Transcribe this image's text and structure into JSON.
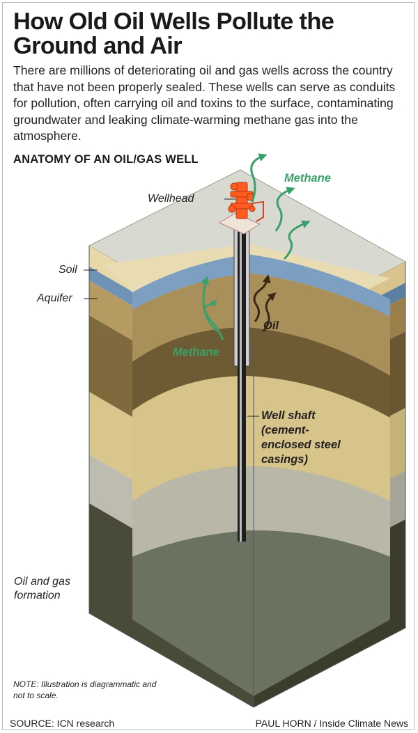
{
  "title": "How Old Oil Wells Pollute the Ground and Air",
  "subtitle": "There are millions of deteriorating oil and gas wells across the country that have not been properly sealed. These wells can serve as conduits for pollution, often carrying oil and toxins to the surface, contaminating groundwater and leaking climate-warming methane gas into the atmosphere.",
  "section_heading": "ANATOMY OF AN OIL/GAS WELL",
  "labels": {
    "wellhead": "Wellhead",
    "methane_top": "Methane",
    "soil": "Soil",
    "aquifer": "Aquifer",
    "oil": "Oil",
    "methane_underground": "Methane",
    "well_shaft": "Well shaft (cement-enclosed steel casings)",
    "formation": "Oil and gas formation"
  },
  "note": "NOTE: Illustration is diagrammatic and not to scale.",
  "source": "SOURCE: ICN research",
  "credit": "PAUL HORN / Inside Climate News",
  "colors": {
    "methane": "#3aa06a",
    "oil": "#3a2a14",
    "aquifer": "#6f93b6",
    "wellhead": "#ff5a1f",
    "formation": "#4a4a38"
  }
}
